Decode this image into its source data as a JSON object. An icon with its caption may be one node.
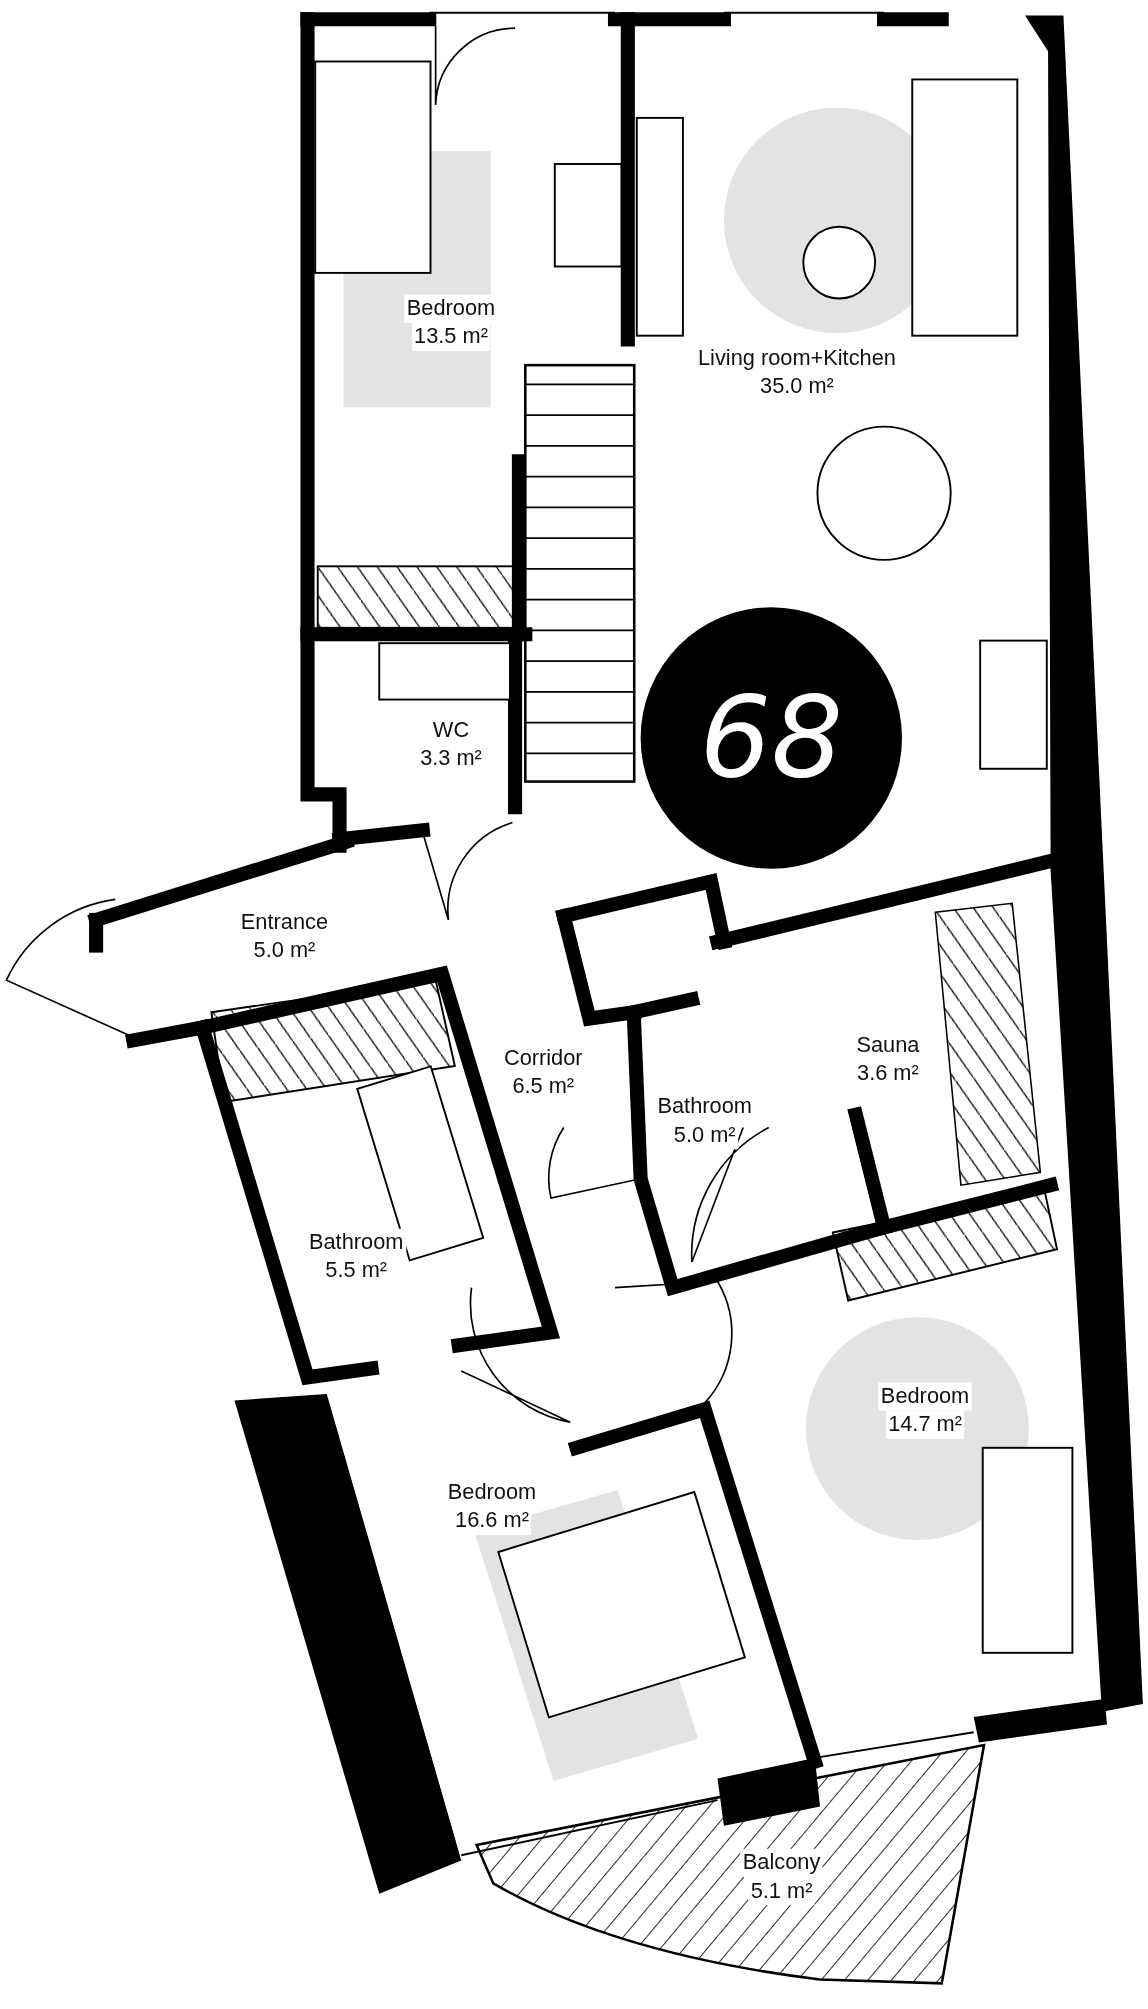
{
  "diagram": {
    "nodes": [
      {
        "text": [
          "Bedroom",
          "13.5 m²"
        ]
      },
      {
        "text": [
          "Living room+Kitchen",
          "35.0 m²"
        ]
      },
      {
        "text": [
          "68"
        ]
      },
      {
        "text": [
          "WC",
          "3.3 m²"
        ]
      },
      {
        "text": [
          "Entrance",
          "5.0 m²"
        ]
      },
      {
        "text": [
          "Corridor",
          "6.5 m²"
        ]
      },
      {
        "text": [
          "Sauna",
          "3.6 m²"
        ]
      },
      {
        "text": [
          "Bathroom",
          "5.0 m²"
        ]
      },
      {
        "text": [
          "Bathroom",
          "5.5 m²"
        ]
      },
      {
        "text": [
          "Bedroom",
          "14.7 m²"
        ]
      },
      {
        "text": [
          "Bedroom",
          "16.6 m²"
        ]
      },
      {
        "text": [
          "Balcony",
          "5.1 m²"
        ]
      }
    ]
  }
}
